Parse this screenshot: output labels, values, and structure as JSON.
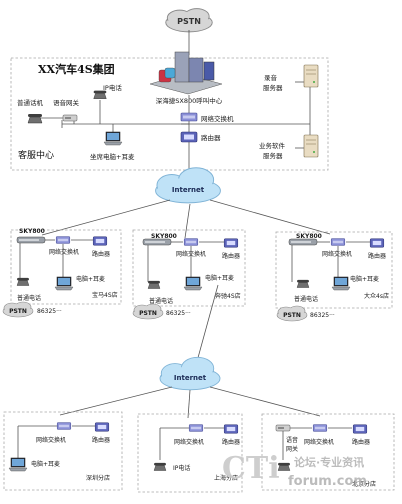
{
  "hq": {
    "pstn": "PSTN",
    "title": "XX汽车4S集团",
    "call_center": "深海捷SX800呼叫中心",
    "switch": "网络交换机",
    "router": "路由器",
    "recording_server": [
      "录音",
      "服务器"
    ],
    "business_server": [
      "业务软件",
      "服务器"
    ],
    "ip_phone": "IP电话",
    "regular_phone": "普通话机",
    "voice_gateway": "语音网关",
    "agent_pc": "坐席电脑+耳麦",
    "service_center": "客服中心"
  },
  "internet": "Internet",
  "stores": [
    {
      "device": "SKY800",
      "switch": "网络交换机",
      "router": "路由器",
      "phone": "普通电话",
      "pc": "电脑+耳麦",
      "name": "宝马4S店",
      "pstn": "PSTN",
      "number": "86325···"
    },
    {
      "device": "SKY800",
      "switch": "网络交换机",
      "router": "路由器",
      "phone": "普通电话",
      "pc": "电脑+耳麦",
      "name": "奔驰4S店",
      "pstn": "PSTN",
      "number": "86325···"
    },
    {
      "device": "SKY800",
      "switch": "网络交换机",
      "router": "路由器",
      "phone": "普通电话",
      "pc": "电脑+耳麦",
      "name": "大众4s店",
      "pstn": "PSTN",
      "number": "86325···"
    }
  ],
  "branches": [
    {
      "switch": "网络交换机",
      "router": "路由器",
      "device": "电脑+耳麦",
      "name": "深圳分店"
    },
    {
      "switch": "网络交换机",
      "router": "路由器",
      "device": "IP电话",
      "name": "上海分店"
    },
    {
      "gateway": [
        "语音",
        "网关"
      ],
      "switch": "网络交换机",
      "router": "路由器",
      "name": "北京分店"
    }
  ],
  "watermark": {
    "brand": "CTi",
    "line1": "论坛·专业资讯",
    "line2": "forum.com"
  },
  "colors": {
    "cloud": "#bfe2f7",
    "switch": "#8a8fd6",
    "router": "#5b63b8",
    "pstn_cloud": "#d6d6d6"
  }
}
